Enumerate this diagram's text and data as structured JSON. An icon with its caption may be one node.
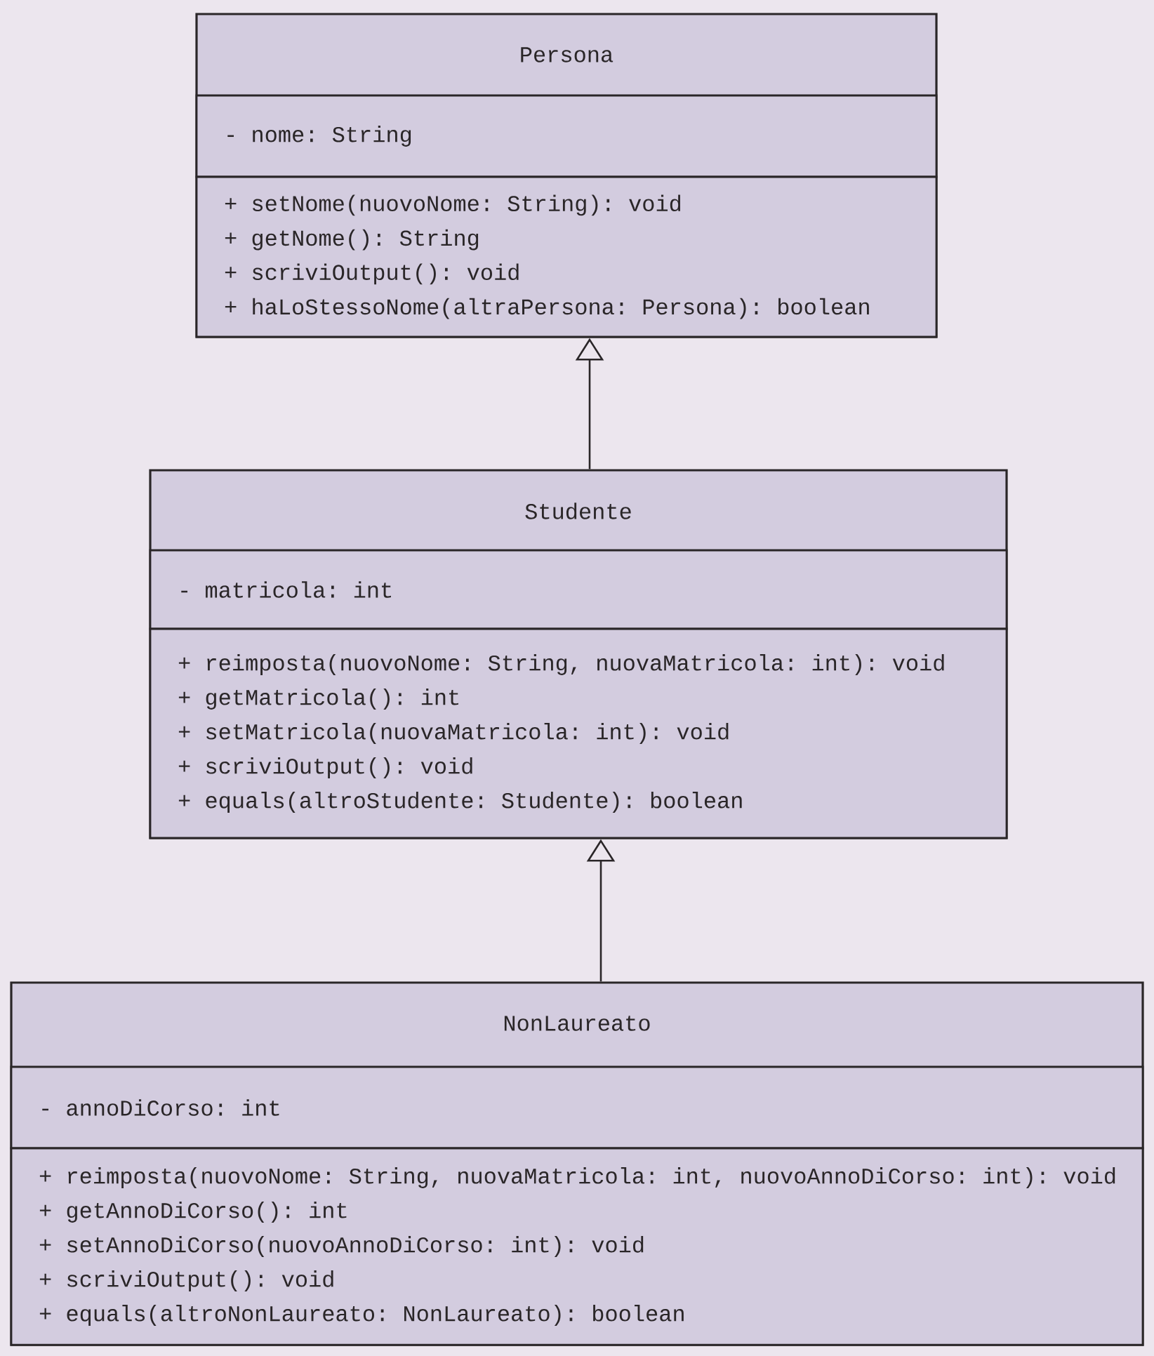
{
  "diagram": {
    "nodes": [
      {
        "text": [
          "Persona"
        ]
      },
      {
        "text": [
          "- nome: String"
        ],
        "in": 0
      },
      {
        "text": [
          "+ setNome(nuovoNome: String): void",
          "+ getNome(): String",
          "+ scriviOutput(): void",
          "+ haLoStessoNome(altraPersona: Persona): boolean"
        ],
        "in": 0
      },
      {
        "text": [
          "Studente"
        ]
      },
      {
        "text": [
          "- matricola: int"
        ],
        "in": 3
      },
      {
        "text": [
          "+ reimposta(nuovoNome: String, nuovaMatricola: int): void",
          "+ getMatricola(): int",
          "+ setMatricola(nuovaMatricola: int): void",
          "+ scriviOutput(): void",
          "+ equals(altroStudente: Studente): boolean"
        ],
        "in": 3
      },
      {
        "text": [
          "NonLaureato"
        ]
      },
      {
        "text": [
          "- annoDiCorso: int"
        ],
        "in": 6
      },
      {
        "text": [
          "+ reimposta(nuovoNome: String, nuovaMatricola: int, nuovoAnnoDiCorso: int): void",
          "+ getAnnoDiCorso(): int",
          "+ setAnnoDiCorso(nuovoAnnoDiCorso: int): void",
          "+ scriviOutput(): void",
          "+ equals(altroNonLaureato: NonLaureato): boolean"
        ],
        "in": 6
      }
    ],
    "edges": [
      {
        "from": 3,
        "to": 0,
        "arrow": "to"
      },
      {
        "from": 6,
        "to": 3,
        "arrow": "to"
      }
    ]
  }
}
